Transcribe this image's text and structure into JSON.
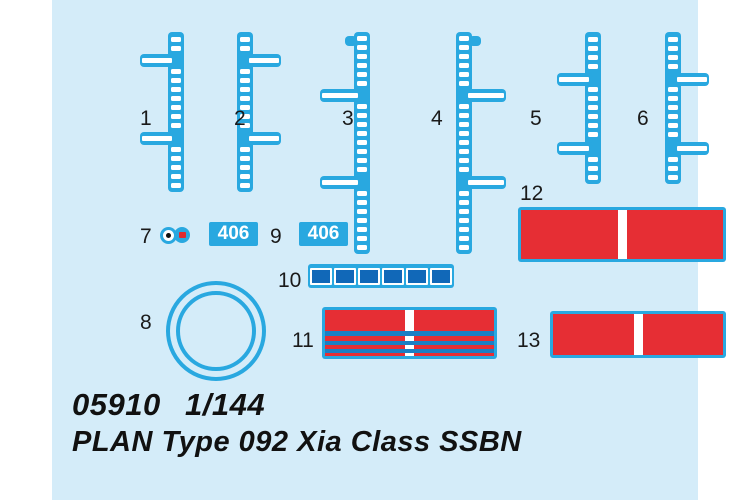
{
  "sheet": {
    "kit_number": "05910",
    "scale": "1/144",
    "model_name": "PLAN Type 092 Xia Class SSBN",
    "background_color": "#d4ecf9",
    "part_color": "#29a8e0",
    "decal_red": "#e62e34",
    "decal_blue": "#1168b8",
    "label_color": "#1a1a1a"
  },
  "part_labels": [
    {
      "id": "1",
      "text": "1"
    },
    {
      "id": "2",
      "text": "2"
    },
    {
      "id": "3",
      "text": "3"
    },
    {
      "id": "4",
      "text": "4"
    },
    {
      "id": "5",
      "text": "5"
    },
    {
      "id": "6",
      "text": "6"
    },
    {
      "id": "7",
      "text": "7"
    },
    {
      "id": "8",
      "text": "8"
    },
    {
      "id": "9",
      "text": "9"
    },
    {
      "id": "10",
      "text": "10"
    },
    {
      "id": "11",
      "text": "11"
    },
    {
      "id": "12",
      "text": "12"
    },
    {
      "id": "13",
      "text": "13"
    }
  ],
  "decals": {
    "hull_number_left": "406",
    "hull_number_right": "406",
    "window_strip_count": 6
  }
}
